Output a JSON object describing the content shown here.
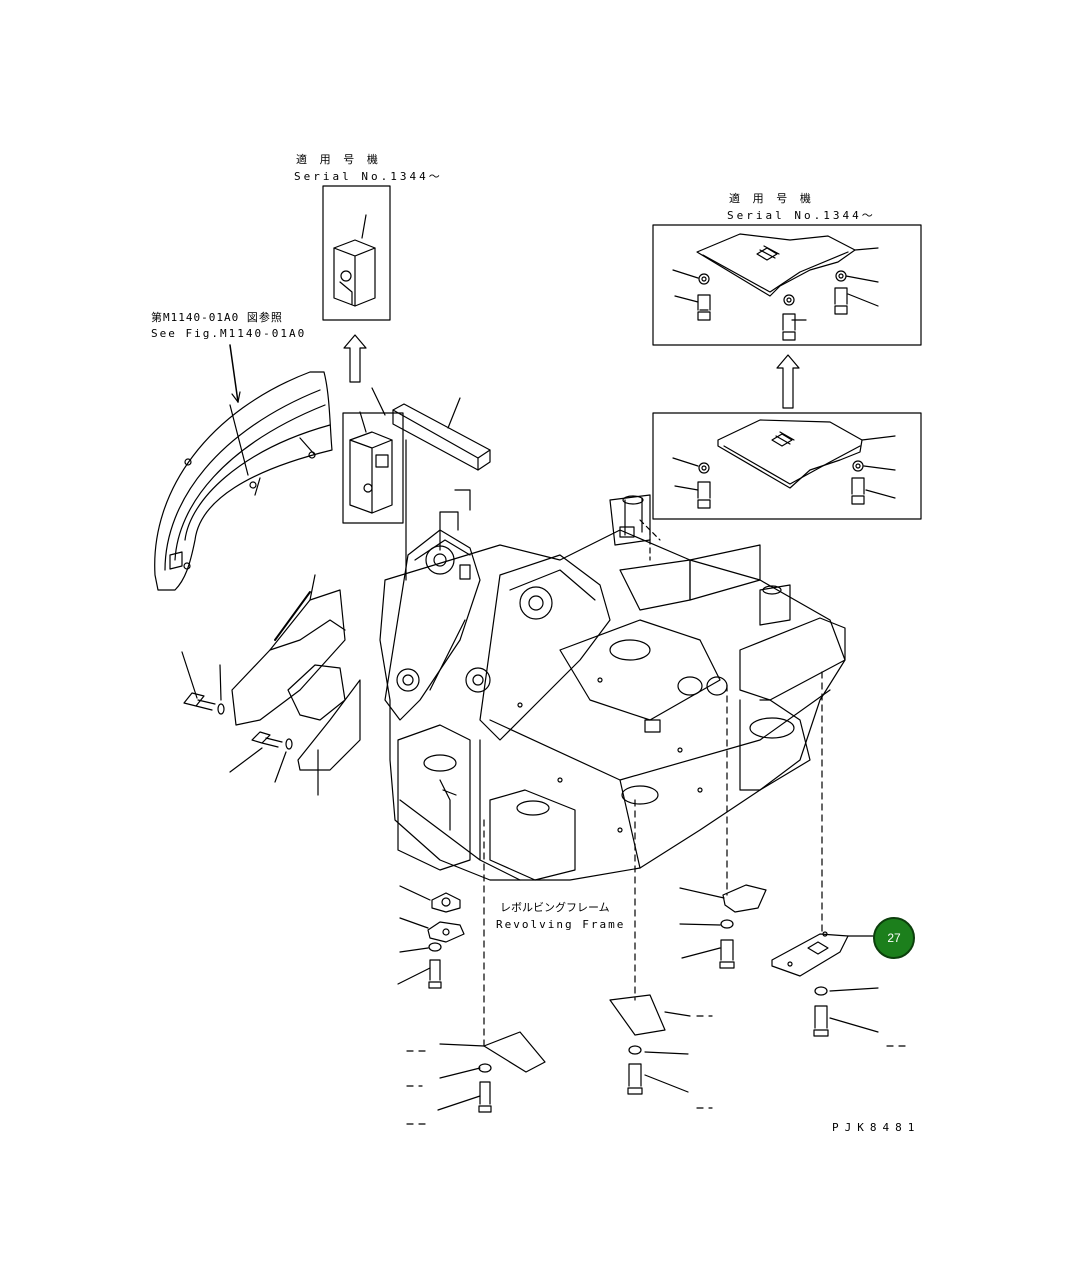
{
  "labels": {
    "applicable_serial_jp_left": "適 用 号 機",
    "serial_no_left": "Serial No.1344～",
    "applicable_serial_jp_right": "適 用 号 機",
    "serial_no_right": "Serial No.1344～",
    "see_fig_jp": "第M1140-01A0 図参照",
    "see_fig_en": "See Fig.M1140-01A0",
    "revolving_frame_jp": "レボルビングフレーム",
    "revolving_frame_en": "Revolving Frame",
    "drawing_code": "PJK8481"
  },
  "callouts": {
    "highlighted_part_number": "27",
    "highlight_color": "#1c7f1c"
  }
}
